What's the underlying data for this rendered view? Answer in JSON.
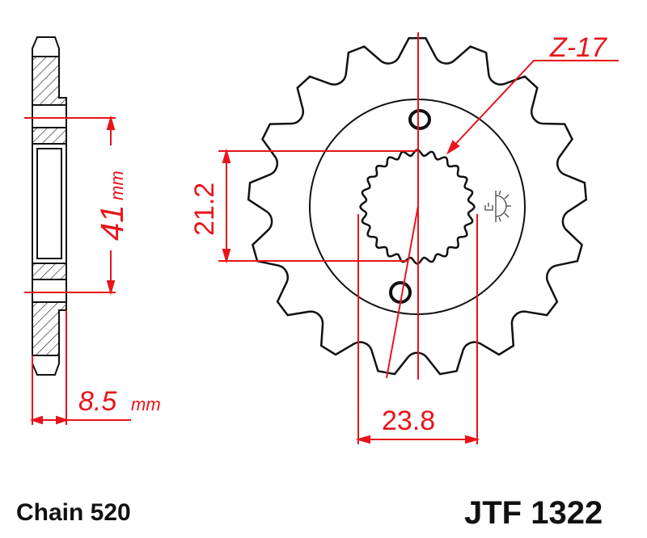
{
  "diagram": {
    "teeth_label": "Z-17",
    "spline_height": "21.2",
    "spline_width": "23.8",
    "hub_dimension": "41",
    "hub_unit": "mm",
    "thickness": "8.5",
    "thickness_unit": "mm",
    "chain": "Chain 520",
    "part_number": "JTF 1322",
    "teeth_count": 17,
    "colors": {
      "dimension": "#e8141b",
      "outline": "#111111"
    }
  }
}
